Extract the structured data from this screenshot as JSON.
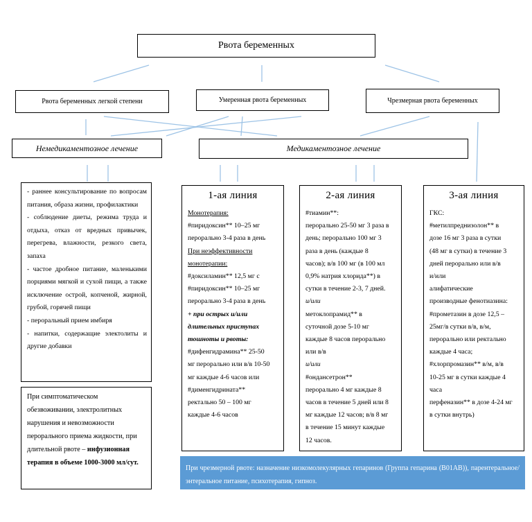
{
  "root": {
    "title": "Рвота беременных"
  },
  "severity": {
    "mild": "Рвота беременных легкой степени",
    "moderate": "Умеренная рвота беременных",
    "severe": "Чрезмерная рвота беременных"
  },
  "treatment": {
    "non_drug": "Немедикаментозное лечение",
    "drug": "Медикаментозное лечение"
  },
  "non_drug_list": [
    "- раннее консультирование по вопросам питания, образа жизни, профилактики",
    "- соблюдение диеты, режима труда и отдыха, отказ от вредных привычек, перегрева, влажности, резкого света, запаха",
    "- частое дробное питание, маленькими порциями мягкой и сухой пищи, а также исключение острой, копченой, жирной, грубой, горячей пищи",
    "- пероральный прием имбиря",
    "- напитки, содержащие электолиты и другие добавки"
  ],
  "iv_box": {
    "text": "При симптоматическом обезвоживании, электролитных нарушения и невозможности перорального приема жидкости, при длительной рвоте – ",
    "bold": "инфузионная терапия в объеме 1000-3000 мл/сут."
  },
  "line1": {
    "heading": "1-ая линия",
    "l1": "Монотерапия:",
    "l2": "#пиридоксин** 10–25 мг",
    "l3": "перорально 3-4 раза в день",
    "l4": "При неэффективности",
    "l5": "монотерапии:",
    "l6": "#доксиламин** 12,5 мг с",
    "l7": "#пиридоксин** 10–25 мг",
    "l8": "перорально 3-4 раза в день",
    "l9": "+ при острых и/или",
    "l10": "длительных приступах",
    "l11": "тошноты и рвоты:",
    "l12": "#дифенгидрамина** 25-50",
    "l13": "мг перорально или в/в 10-50",
    "l14": "мг каждые 4-6 часов или",
    "l15": "#дименгидрината**",
    "l16": "ректально 50 – 100 мг",
    "l17": "каждые 4-6 часов"
  },
  "line2": {
    "heading": "2-ая линия",
    "l1": "#тиамин**:",
    "l2": "перорально 25-50 мг 3 раза в",
    "l3": "день; перорально 100 мг 3",
    "l4": "раза в день (каждые 8",
    "l5": "часов); в/в 100 мг (в 100 мл",
    "l6": "0,9% натрия хлорида**) в",
    "l7": "сутки в течение 2-3, 7 дней.",
    "l8": "и/или",
    "l9": "метоклопрамид** в",
    "l10": "суточной дозе 5-10 мг",
    "l11": "каждые 8 часов перорально",
    "l12": "или в/в",
    "l13": "и/или",
    "l14": "#ондансетрон**",
    "l15": "перорально 4 мг каждые 8",
    "l16": "часов в течение 5 дней или 8",
    "l17": "мг каждые 12 часов; в/в 8 мг",
    "l18": "в течение 15 минут каждые",
    "l19": "12 часов."
  },
  "line3": {
    "heading": "3-ая линия",
    "l1": "ГКС:",
    "l2": "#метилпреднизолон** в",
    "l3": "дозе 16 мг 3 раза в сутки",
    "l4": "(48 мг в сутки) в течение 3",
    "l5": "дней перорально или в/в",
    "l6": "и/или",
    "l7": "алифатические",
    "l8": "производные фенотиазина:",
    "l9": "#прометазин в дозе 12,5 –",
    "l10": "25мг/в сутки в/в, в/м,",
    "l11": "перорально или ректально",
    "l12": "каждые 4 часа;",
    "l13": "#хлорпромазин** в/м, в/в",
    "l14": "10-25 мг в сутки каждые 4",
    "l15": "часа",
    "l16": "перфеназин** в дозе 4-24 мг",
    "l17": "в сутки внутрь)"
  },
  "note": {
    "text": "При чрезмерной рвоте: назначение низкомолекулярных гепаринов (Группа гепарина (B01AB)), парентеральное/энтеральное питание, психотерапия, гипноз."
  },
  "colors": {
    "connector": "#9dc3e6",
    "note_bg": "#5b9bd5"
  }
}
